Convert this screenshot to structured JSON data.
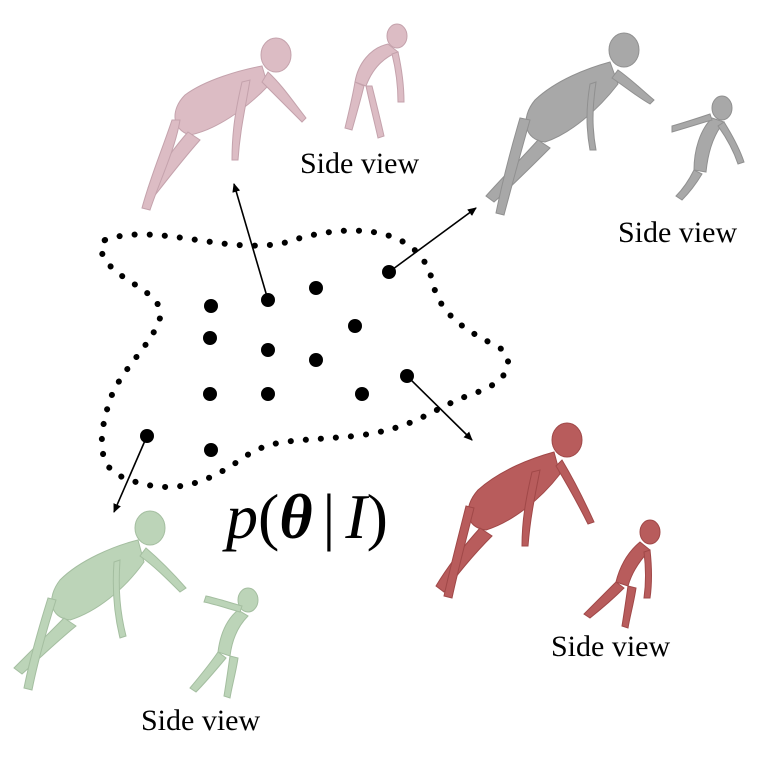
{
  "distribution_label": {
    "p": "p",
    "open_paren": "(",
    "theta": "θ",
    "bar": "|",
    "condition": "I",
    "close_paren": ")"
  },
  "side_view_labels": [
    "Side view",
    "Side view",
    "Side view",
    "Side view"
  ],
  "colors": {
    "pink": "#dcbcc4",
    "gray": "#a8a8a8",
    "red": "#b85c5c",
    "green": "#bcd4b8"
  },
  "figures": [
    {
      "name": "pose-pink",
      "color_key": "pink"
    },
    {
      "name": "pose-gray",
      "color_key": "gray"
    },
    {
      "name": "pose-red",
      "color_key": "red"
    },
    {
      "name": "pose-green",
      "color_key": "green"
    }
  ]
}
